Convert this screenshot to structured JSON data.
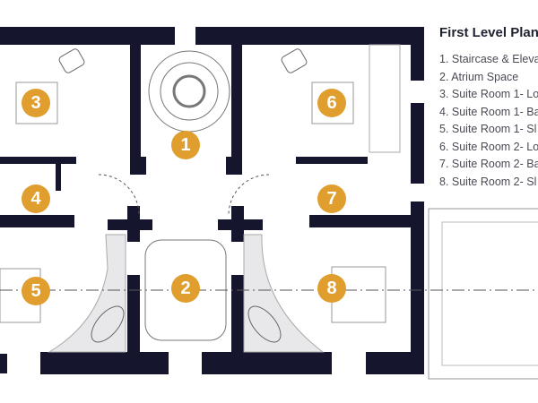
{
  "legend": {
    "title": "First Level Plan",
    "items": [
      "1. Staircase & Eleva",
      "2. Atrium Space",
      "3. Suite Room 1- Lo",
      "4. Suite Room 1- Ba",
      "5. Suite Room 1- Sl",
      "6. Suite Room 2- Lo",
      "7. Suite Room 2- Ba",
      "8. Suite Room 2- Sl"
    ]
  },
  "markers": [
    "1",
    "2",
    "3",
    "4",
    "5",
    "6",
    "7",
    "8"
  ],
  "colors": {
    "wall": "#15162e",
    "marker": "#e09e2e",
    "fixture": "#e8e8ea"
  }
}
